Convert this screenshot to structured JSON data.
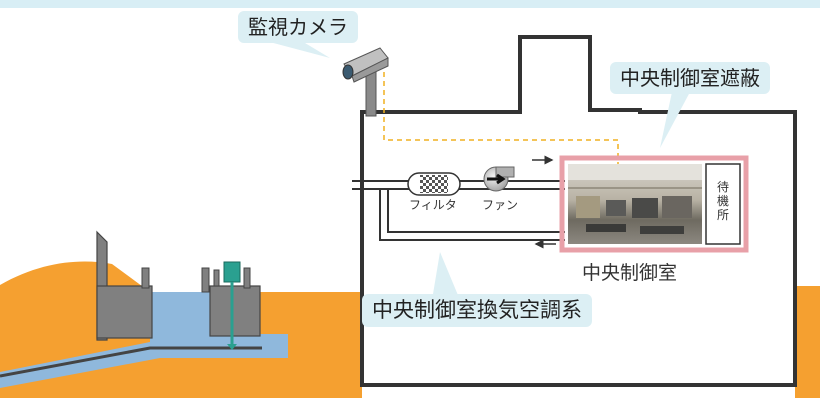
{
  "labels": {
    "camera": "監視カメラ",
    "shield": "中央制御室遮蔽",
    "filter": "フィルタ",
    "fan": "ファン",
    "control_room": "中央制御室",
    "standby_room": "待機所",
    "ventilation": "中央制御室換気空調系"
  },
  "colors": {
    "ground": "#f5a030",
    "water": "#8fb8dc",
    "structure": "#808080",
    "building_outline": "#333333",
    "shield": "#e8a0a8",
    "callout_bg": "#dceff4",
    "camera_cable": "#f0b020",
    "top_band": "#d8eef5"
  }
}
